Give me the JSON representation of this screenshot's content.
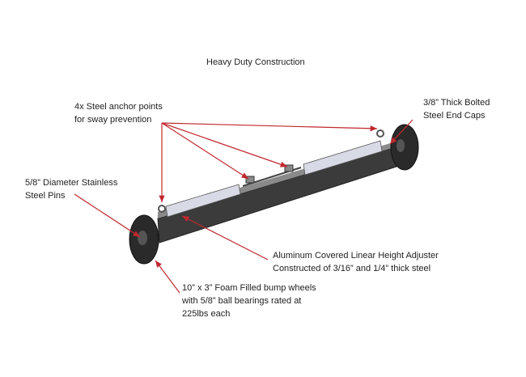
{
  "title": "Heavy Duty Construction",
  "callouts": {
    "anchor_points": [
      "4x Steel anchor points",
      "for sway prevention"
    ],
    "end_caps": [
      "3/8” Thick Bolted",
      "Steel End Caps"
    ],
    "pins": [
      "5/8” Diameter Stainless",
      "Steel Pins"
    ],
    "adjuster": [
      "Aluminum Covered Linear Height Adjuster",
      "Constructed of 3/16” and 1/4”  thick steel"
    ],
    "wheels": [
      "10” x 3” Foam Filled bump wheels",
      "with 5/8” ball bearings rated at",
      "225lbs each"
    ]
  },
  "colors": {
    "arrow": "#c0282d",
    "beam": "#3a3a3a",
    "aluminum": "#d8dbe6"
  }
}
